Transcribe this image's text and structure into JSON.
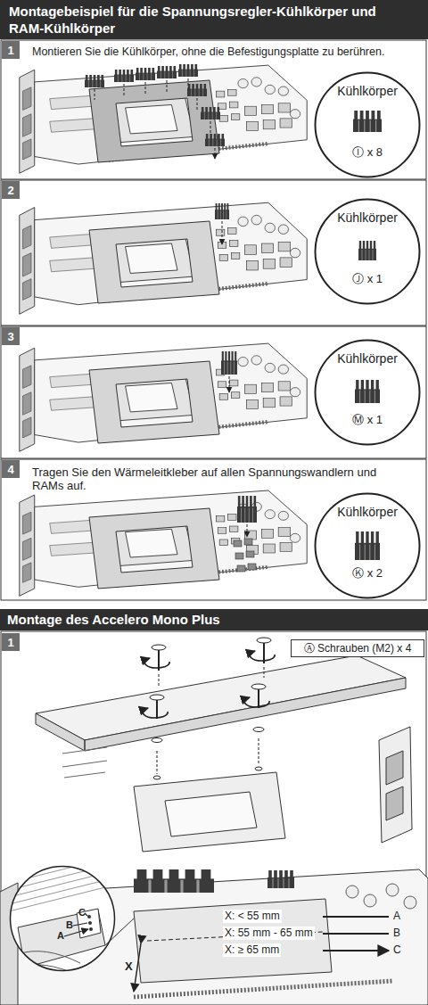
{
  "diagram": {
    "title": "Montagebeispiel für die Spannungsregler-Kühlkörper und RAM-Kühlkörper",
    "nodes": [
      {
        "text": [
          "1"
        ]
      },
      {
        "text": [
          "Kühlkörper",
          "Ⓘ x 8"
        ]
      },
      {
        "text": [
          "2"
        ]
      },
      {
        "text": [
          "Kühlkörper",
          "Ⓙ x 1"
        ]
      },
      {
        "text": [
          "3"
        ]
      },
      {
        "text": [
          "Kühlkörper",
          "Ⓜ x 1"
        ]
      },
      {
        "text": [
          "4"
        ]
      },
      {
        "text": [
          "Kühlkörper",
          "Ⓚ x 2"
        ]
      },
      {
        "text": [
          "Montage des Accelero Mono Plus"
        ]
      },
      {
        "text": [
          "1"
        ]
      },
      {
        "text": [
          "Ⓐ Schrauben (M2) x 4"
        ]
      },
      {
        "text": [
          "C",
          "B",
          "A"
        ]
      }
    ],
    "labels": [
      "Montieren Sie die Kühlkörper, ohne die Befestigungsplatte zu berühren.",
      "Tragen Sie den Wärmeleitkleber auf allen Spannungswandlern und RAMs auf.",
      "X: < 55 mm",
      "A",
      "X: 55 mm - 65 mm",
      "B",
      "X: ≥ 65 mm",
      "C",
      "X"
    ]
  }
}
